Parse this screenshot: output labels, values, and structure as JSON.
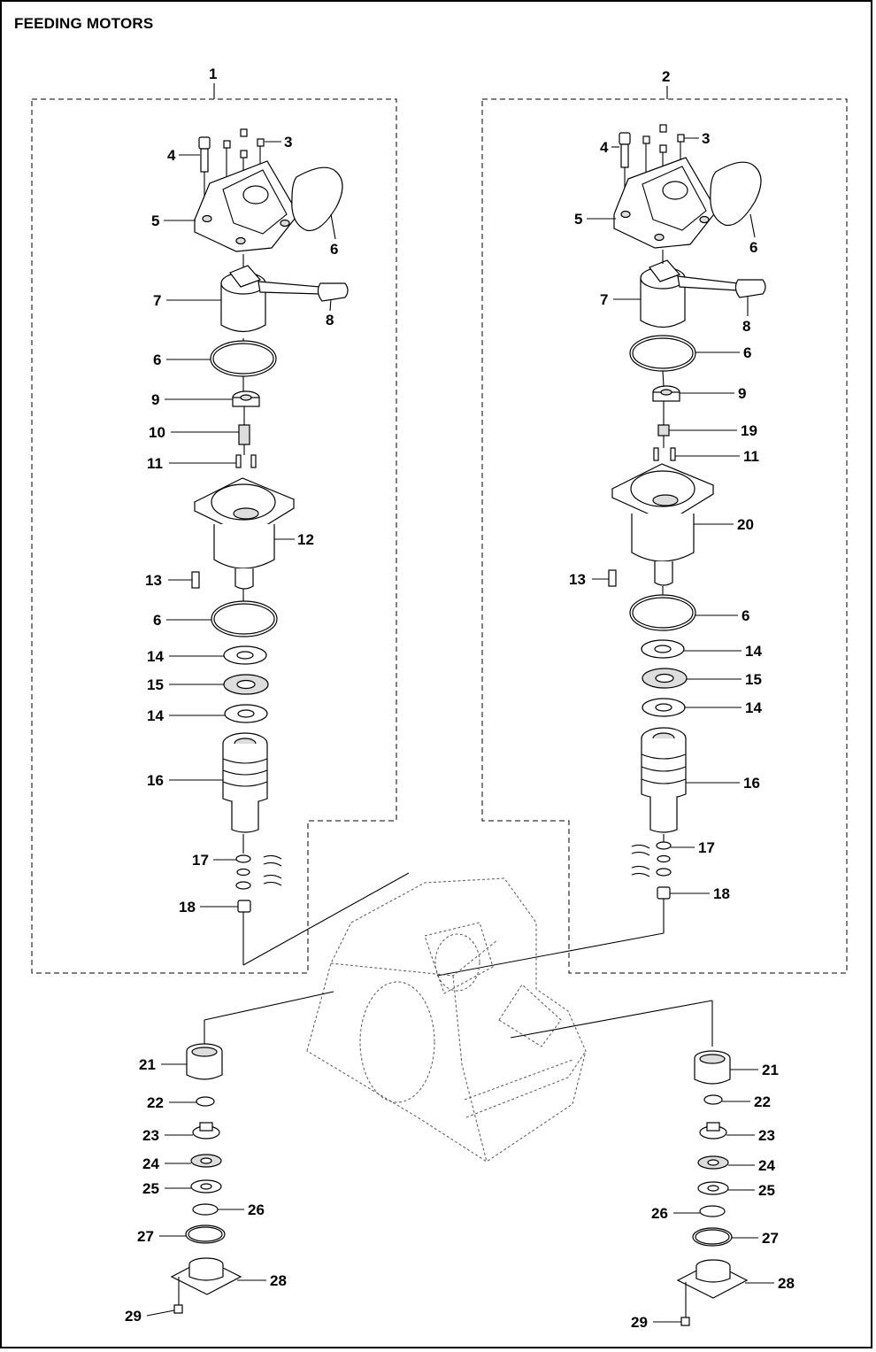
{
  "title": "FEEDING MOTORS",
  "groups": [
    {
      "label": "1"
    },
    {
      "label": "2"
    }
  ],
  "callouts_left": [
    "4",
    "3",
    "5",
    "6",
    "7",
    "8",
    "6",
    "9",
    "10",
    "11",
    "12",
    "13",
    "6",
    "14",
    "15",
    "14",
    "16",
    "17",
    "18"
  ],
  "callouts_right": [
    "4",
    "3",
    "5",
    "6",
    "7",
    "8",
    "6",
    "9",
    "19",
    "11",
    "20",
    "13",
    "6",
    "14",
    "15",
    "14",
    "16",
    "17",
    "18"
  ],
  "callouts_bottom_left": [
    "21",
    "22",
    "23",
    "24",
    "25",
    "26",
    "27",
    "28",
    "29"
  ],
  "callouts_bottom_right": [
    "21",
    "22",
    "23",
    "24",
    "25",
    "26",
    "27",
    "28",
    "29"
  ]
}
